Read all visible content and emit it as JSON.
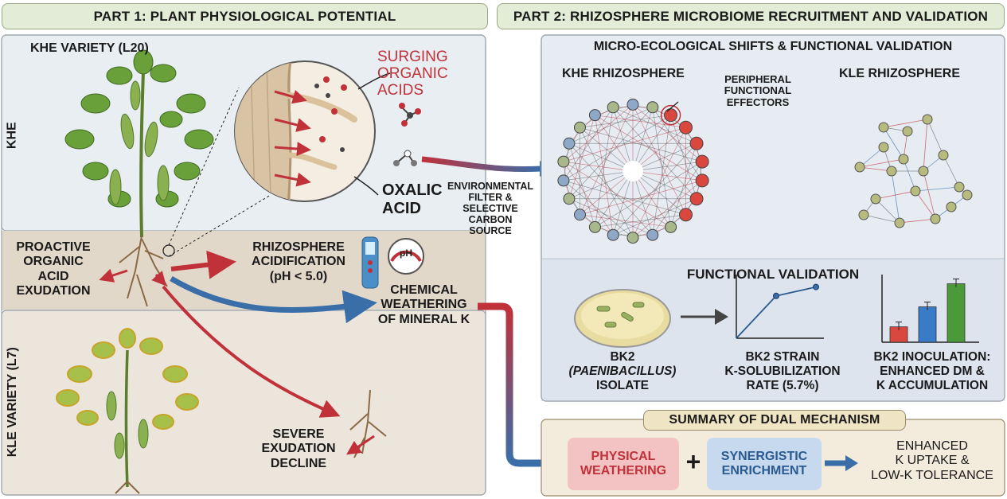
{
  "part1": {
    "header": "PART 1: PLANT PHYSIOLOGICAL POTENTIAL",
    "khe_variety": "KHE VARIETY (L20)",
    "khe_side": "KHE",
    "kle_variety": "KLE VARIETY (L7)",
    "surging_acids": [
      "SURGING",
      "ORGANIC",
      "ACIDS"
    ],
    "oxalic": [
      "OXALIC",
      "ACID"
    ],
    "proactive": [
      "PROACTIVE",
      "ORGANIC",
      "ACID",
      "EXUDATION"
    ],
    "acidification": [
      "RHIZOSPHERE",
      "ACIDIFICATION",
      "(pH < 5.0)"
    ],
    "ph_icon_label": "pH",
    "weathering": [
      "CHEMICAL",
      "WEATHERING",
      "OF MINERAL K"
    ],
    "decline": [
      "SEVERE",
      "EXUDATION",
      "DECLINE"
    ],
    "env_filter": [
      "ENVIRONMENTAL",
      "FILTER &",
      "SELECTIVE",
      "CARBON",
      "SOURCE"
    ]
  },
  "part2": {
    "header": "PART 2: RHIZOSPHERE MICROBIOME RECRUITMENT AND VALIDATION",
    "panel_title": "MICRO-ECOLOGICAL SHIFTS & FUNCTIONAL VALIDATION",
    "khe_rhizo": "KHE RHIZOSPHERE",
    "kle_rhizo": "KLE RHIZOSPHERE",
    "effectors": [
      "PERIPHERAL",
      "FUNCTIONAL",
      "EFFECTORS"
    ],
    "fv_title": "FUNCTIONAL VALIDATION",
    "isolate": [
      "BK2",
      "(PAENIBACILLUS)",
      "ISOLATE"
    ],
    "strain": [
      "BK2 STRAIN",
      "K-SOLUBILIZATION",
      "RATE (5.7%)"
    ],
    "inoculation": [
      "BK2 INOCULATION:",
      "ENHANCED DM &",
      "K ACCUMULATION"
    ]
  },
  "inoculation_chart": {
    "type": "bar",
    "values": [
      1.0,
      2.3,
      3.8
    ]
  },
  "solubilization_chart": {
    "type": "line",
    "values": [
      0,
      1.9,
      2.3
    ]
  },
  "summary": {
    "title": "SUMMARY OF DUAL MECHANISM",
    "physical": [
      "PHYSICAL",
      "WEATHERING"
    ],
    "plus": "+",
    "synergistic": [
      "SYNERGISTIC",
      "ENRICHMENT"
    ],
    "outcome": [
      "ENHANCED",
      "K UPTAKE &",
      "LOW-K TOLERANCE"
    ]
  },
  "colors": {
    "red": "#c0313a",
    "blue": "#3a6ea8",
    "green": "#4a8a3a",
    "header_bg": "#e3ecd6"
  }
}
